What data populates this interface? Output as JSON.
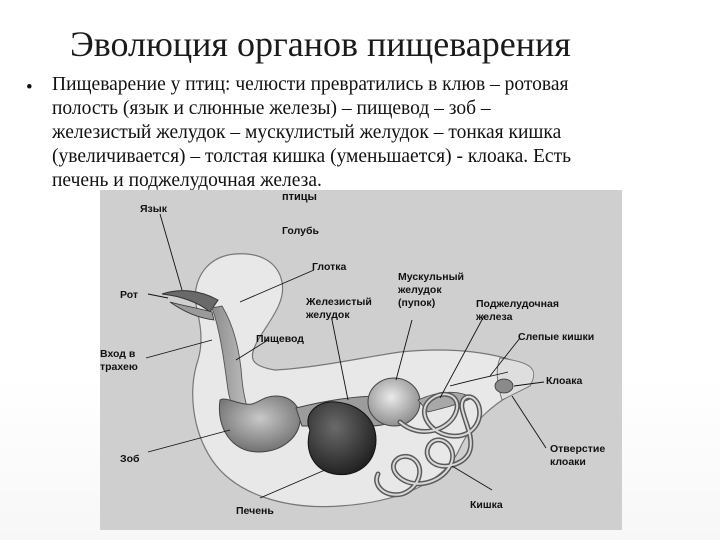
{
  "slide": {
    "title": "Эволюция органов пищеварения",
    "bullet": "•",
    "lines": [
      "Пищеварение у птиц: челюсти превратились в клюв – ротовая",
      "полость (язык и слюнные железы) – пищевод – зоб –",
      "железистый желудок – мускулистый желудок – тонкая кишка",
      "(увеличивается) – толстая кишка (уменьшается) - клоака. Есть",
      "печень и поджелудочная железа."
    ]
  },
  "diagram": {
    "heading": "птицы",
    "subject": "Голубь",
    "labels": {
      "tongue": "Язык",
      "mouth": "Рот",
      "trachea_entry_1": "Вход в",
      "trachea_entry_2": "трахею",
      "crop": "Зоб",
      "liver": "Печень",
      "pharynx": "Глотка",
      "esophagus": "Пищевод",
      "proventriculus_1": "Железистый",
      "proventriculus_2": "желудок",
      "gizzard_1": "Мускульный",
      "gizzard_2": "желудок",
      "gizzard_3": "(пупок)",
      "pancreas_1": "Поджелудочная",
      "pancreas_2": "железа",
      "caeca": "Слепые кишки",
      "cloaca": "Клоака",
      "cloaca_opening_1": "Отверстие",
      "cloaca_opening_2": "клоаки",
      "intestine": "Кишка"
    },
    "colors": {
      "panel": "#cfcfcf",
      "body": "#e6e6e6",
      "organ_dark": "#3a3a3a",
      "organ_mid": "#8a8a8a",
      "organ_light": "#b8b8b8"
    }
  }
}
